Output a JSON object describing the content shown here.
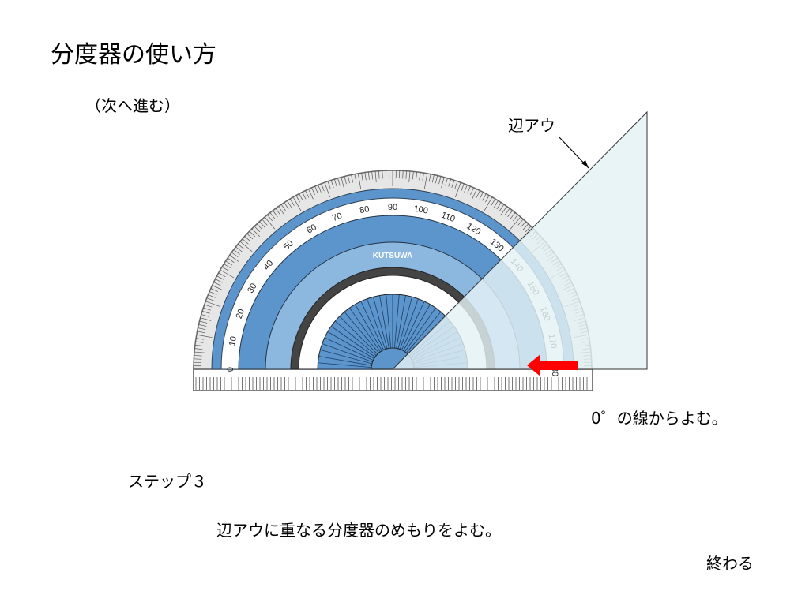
{
  "slide": {
    "title": "分度器の使い方",
    "next_link": "（次へ進む）",
    "step_label": "ステップ３",
    "instruction": "辺アウに重なる分度器のめもりをよむ。",
    "end_link": "終わる"
  },
  "figure": {
    "side_label": "辺アウ",
    "zero_note": "0゜の線からよむ。",
    "protractor_brand": "KUTSUWA",
    "outer_scale_labels": [
      "0",
      "10",
      "20",
      "30",
      "40",
      "50",
      "60",
      "70",
      "80",
      "90",
      "100",
      "110",
      "120",
      "130",
      "140",
      "150",
      "160",
      "170",
      "180"
    ],
    "colors": {
      "protractor_blue": "#5b95cc",
      "protractor_light": "#d7e8f6",
      "triangle_fill": "#e4f1f5",
      "arrow": "#ff0000"
    },
    "icons": [
      "protractor-icon",
      "triangle-icon",
      "arrow-left-icon"
    ]
  }
}
